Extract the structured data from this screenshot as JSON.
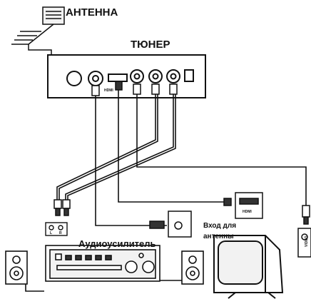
{
  "labels": {
    "antenna": "АНТЕННА",
    "tuner": "ТЮНЕР",
    "amplifier": "Аудиоусилитель",
    "antenna_input_line1": "Вход для",
    "antenna_input_line2": "антенны"
  },
  "port_labels": {
    "hdmi_tuner": "HDMI",
    "hdmi_tv": "HDMI",
    "amp_left": "L",
    "amp_right": "R",
    "tv_video": "VIDEO"
  },
  "colors": {
    "line": "#111111",
    "fill_light": "#f2f2f2",
    "fill_dark": "#333333"
  }
}
